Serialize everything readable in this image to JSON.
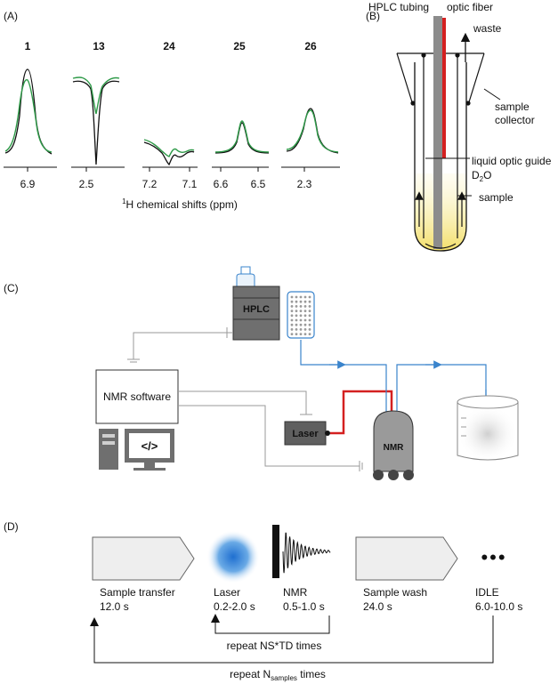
{
  "panel_a": {
    "label": "(A)",
    "spectra": [
      {
        "title": "1",
        "ticks": [
          "6.9"
        ]
      },
      {
        "title": "13",
        "ticks": [
          "2.5"
        ]
      },
      {
        "title": "24",
        "ticks": [
          "7.2",
          "7.1"
        ]
      },
      {
        "title": "25",
        "ticks": [
          "6.6",
          "6.5"
        ]
      },
      {
        "title": "26",
        "ticks": [
          "2.3"
        ]
      }
    ],
    "axis_title_sup": "1",
    "axis_title": "H chemical shifts (ppm)",
    "colors": {
      "trace_black": "#111111",
      "trace_green": "#2e9a48"
    }
  },
  "panel_b": {
    "label": "(B)",
    "hplc_tubing": "HPLC tubing",
    "optic_fiber": "optic fiber",
    "waste": "waste",
    "sample_collector_1": "sample",
    "sample_collector_2": "collector",
    "liquid_optic_guide": "liquid optic guide",
    "d2o_main": "D",
    "d2o_sub": "2",
    "d2o_tail": "O",
    "sample": "sample",
    "colors": {
      "fiber": "#d42020",
      "sample_fill": "#f6e27a"
    }
  },
  "panel_c": {
    "label": "(C)",
    "hplc": "HPLC",
    "nmr_software": "NMR software",
    "code_glyph": "</>",
    "laser": "Laser",
    "nmr": "NMR",
    "colors": {
      "flow": "#3a84cc",
      "laser_line": "#d42020",
      "wire": "#9a9a9a"
    }
  },
  "panel_d": {
    "label": "(D)",
    "steps": [
      {
        "name": "Sample transfer",
        "time": "12.0 s"
      },
      {
        "name": "Laser",
        "time": "0.2-2.0 s"
      },
      {
        "name": "NMR",
        "time": "0.5-1.0 s"
      },
      {
        "name": "Sample wash",
        "time": "24.0 s"
      },
      {
        "name": "IDLE",
        "time": "6.0-10.0 s"
      }
    ],
    "repeat_inner": "repeat NS*TD times",
    "repeat_outer_pre": "repeat N",
    "repeat_outer_sub": "samples",
    "repeat_outer_post": " times",
    "dots": "•••"
  }
}
